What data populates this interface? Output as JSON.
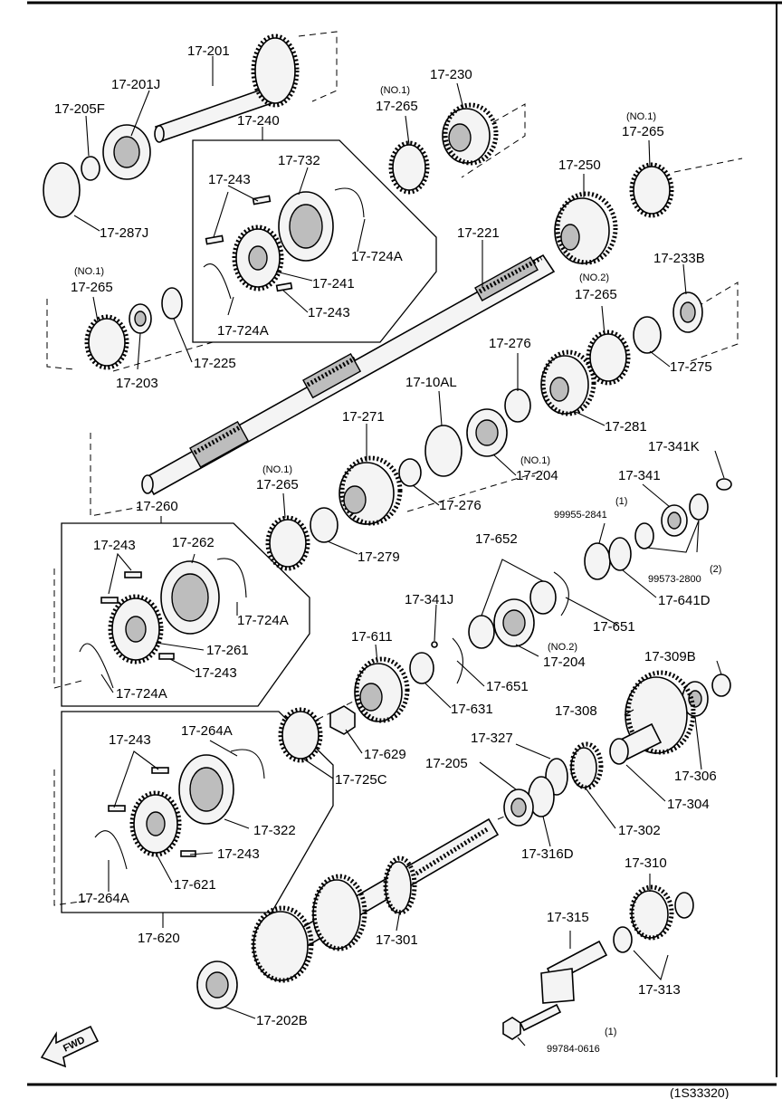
{
  "labels": {
    "p17_201": "17-201",
    "p17_201J": "17-201J",
    "p17_205F": "17-205F",
    "p17_287J": "17-287J",
    "p17_240": "17-240",
    "p17_243_a": "17-243",
    "p17_732": "17-732",
    "p17_724A_a": "17-724A",
    "p17_241": "17-241",
    "p17_243_b": "17-243",
    "p17_724A_b": "17-724A",
    "no1_a": "(NO.1)",
    "p17_265_a": "17-265",
    "p17_230": "17-230",
    "no1_b": "(NO.1)",
    "p17_265_b": "17-265",
    "p17_250": "17-250",
    "p17_221": "17-221",
    "no1_c": "(NO.1)",
    "p17_265_c": "17-265",
    "p17_203": "17-203",
    "p17_225": "17-225",
    "p17_233B": "17-233B",
    "no2_a": "(NO.2)",
    "p17_265_d": "17-265",
    "p17_275": "17-275",
    "p17_276_a": "17-276",
    "p17_10AL": "17-10AL",
    "p17_281": "17-281",
    "no1_d": "(NO.1)",
    "p17_204_a": "17-204",
    "p17_271": "17-271",
    "p17_276_b": "17-276",
    "no1_e": "(NO.1)",
    "p17_265_e": "17-265",
    "p17_279": "17-279",
    "p17_341K": "17-341K",
    "p17_341": "17-341",
    "sub1_a": "(1)",
    "p99955": "99955-2841",
    "sub2_a": "(2)",
    "p99573": "99573-2800",
    "p17_641D": "17-641D",
    "p17_652": "17-652",
    "p17_341J": "17-341J",
    "p17_651_a": "17-651",
    "no2_b": "(NO.2)",
    "p17_204_b": "17-204",
    "p17_651_b": "17-651",
    "p17_260": "17-260",
    "p17_243_c": "17-243",
    "p17_262": "17-262",
    "p17_724A_c": "17-724A",
    "p17_261": "17-261",
    "p17_243_d": "17-243",
    "p17_724A_d": "17-724A",
    "p17_611": "17-611",
    "p17_631": "17-631",
    "p17_309B": "17-309B",
    "p17_308": "17-308",
    "p17_306": "17-306",
    "p17_629": "17-629",
    "p17_725C": "17-725C",
    "p17_327": "17-327",
    "p17_205": "17-205",
    "p17_304": "17-304",
    "p17_302": "17-302",
    "p17_316D": "17-316D",
    "p17_243_e": "17-243",
    "p17_264A_a": "17-264A",
    "p17_322": "17-322",
    "p17_243_f": "17-243",
    "p17_621": "17-621",
    "p17_264A_b": "17-264A",
    "p17_620": "17-620",
    "p17_301": "17-301",
    "p17_310": "17-310",
    "p17_315": "17-315",
    "p17_313": "17-313",
    "p17_202B": "17-202B",
    "sub1_b": "(1)",
    "p99784": "99784-0616",
    "fwd": "FWD"
  },
  "reference_code": "(1S33320)"
}
